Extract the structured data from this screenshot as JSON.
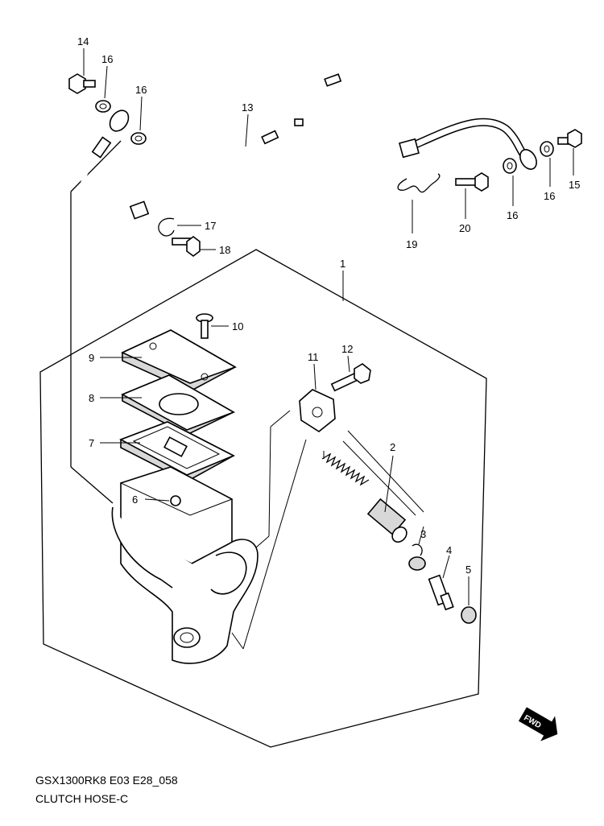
{
  "caption": {
    "model_code": "GSX1300RK8 E03 E28_058",
    "title": "CLUTCH HOSE-C"
  },
  "fwd_label": "FWD",
  "callouts": [
    {
      "id": "14",
      "text": "14"
    },
    {
      "id": "16a",
      "text": "16"
    },
    {
      "id": "16b",
      "text": "16"
    },
    {
      "id": "13",
      "text": "13"
    },
    {
      "id": "17",
      "text": "17"
    },
    {
      "id": "18",
      "text": "18"
    },
    {
      "id": "19",
      "text": "19"
    },
    {
      "id": "20",
      "text": "20"
    },
    {
      "id": "16c",
      "text": "16"
    },
    {
      "id": "16d",
      "text": "16"
    },
    {
      "id": "15",
      "text": "15"
    },
    {
      "id": "1",
      "text": "1"
    },
    {
      "id": "10",
      "text": "10"
    },
    {
      "id": "9",
      "text": "9"
    },
    {
      "id": "8",
      "text": "8"
    },
    {
      "id": "7",
      "text": "7"
    },
    {
      "id": "6",
      "text": "6"
    },
    {
      "id": "11",
      "text": "11"
    },
    {
      "id": "12",
      "text": "12"
    },
    {
      "id": "2",
      "text": "2"
    },
    {
      "id": "3",
      "text": "3"
    },
    {
      "id": "4",
      "text": "4"
    },
    {
      "id": "5",
      "text": "5"
    }
  ]
}
